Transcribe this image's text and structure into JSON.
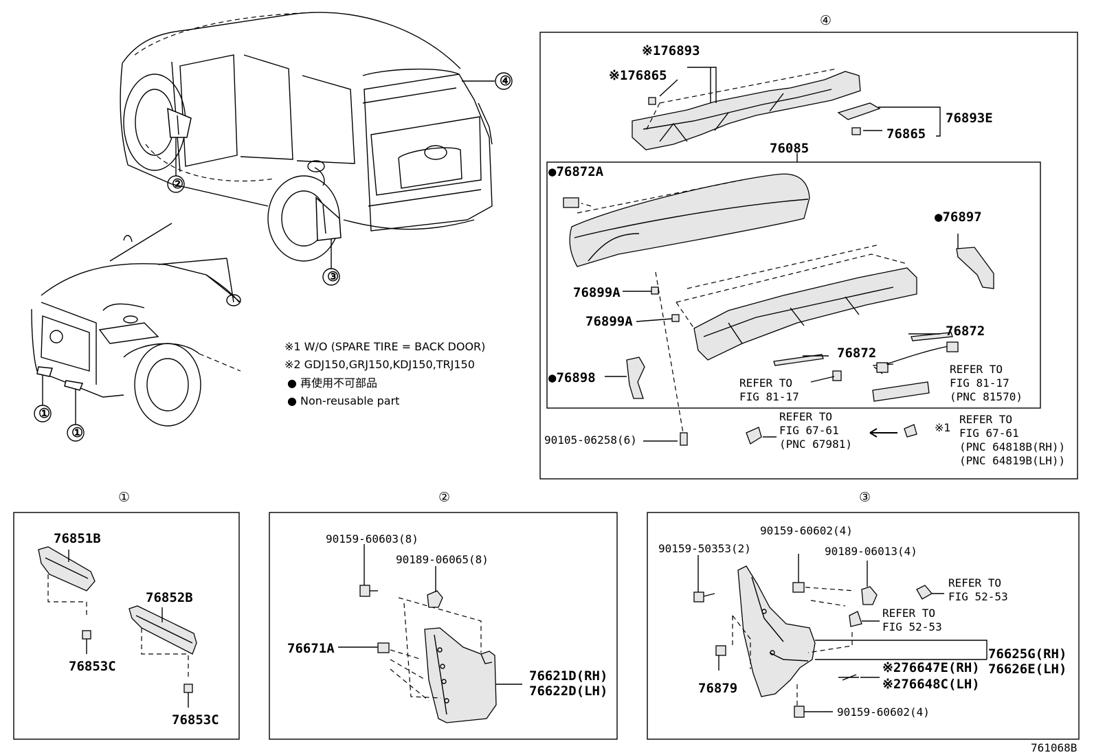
{
  "circle_labels": [
    "①",
    "②",
    "③",
    "④"
  ],
  "notes": {
    "note1": "※1 W/O (SPARE TIRE = BACK DOOR)",
    "note2": "※2 GDJ150,GRJ150,KDJ150,TRJ150",
    "legend_jp": "● 再使用不可部品",
    "legend_en": "● Non-reusable part"
  },
  "section4": {
    "p76893": "※176893",
    "p76865a": "※176865",
    "p76893E": "76893E",
    "p76865b": "76865",
    "p76085": "76085",
    "p76872A": "●76872A",
    "p76897": "●76897",
    "p76899A_1": "76899A",
    "p76899A_2": "76899A",
    "p76872_1": "76872",
    "p76872_2": "76872",
    "p76898": "●76898",
    "bolt": "90105-06258(6)",
    "ref1": [
      "REFER TO",
      "FIG 81-17"
    ],
    "ref2": [
      "REFER TO",
      "FIG 81-17",
      "(PNC 81570)"
    ],
    "ref3": [
      "REFER TO",
      "FIG 67-61",
      "(PNC 67981)"
    ],
    "ref4_mark": "※1",
    "ref4": [
      "REFER TO",
      "FIG 67-61",
      "(PNC 64818B(RH))",
      "(PNC 64819B(LH))"
    ]
  },
  "section1": {
    "p76851B": "76851B",
    "p76852B": "76852B",
    "p76853C_1": "76853C",
    "p76853C_2": "76853C"
  },
  "section2": {
    "s1": "90159-60603(8)",
    "s2": "90189-06065(8)",
    "clip": "76671A",
    "rh": "76621D(RH)",
    "lh": "76622D(LH)"
  },
  "section3": {
    "s1": "90159-50353(2)",
    "s2": "90159-60602(4)",
    "s3": "90189-06013(4)",
    "ref1": [
      "REFER TO",
      "FIG 52-53"
    ],
    "ref2": [
      "REFER TO",
      "FIG 52-53"
    ],
    "rh": "76625G(RH)",
    "lh": "76626E(LH)",
    "m1": "※276647E(RH)",
    "m2": "※276648C(LH)",
    "clip": "76879",
    "bottom": "90159-60602(4)"
  },
  "figure_id": "761068B"
}
